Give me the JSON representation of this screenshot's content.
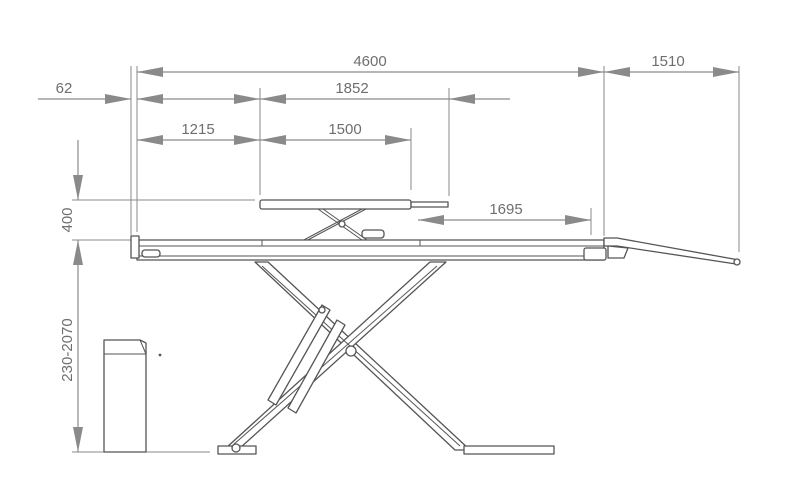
{
  "dimensions": {
    "overall_length": "4600",
    "ramp_length": "1510",
    "front_offset": "62",
    "platform_span": "1852",
    "offset_to_second_lift": "1215",
    "second_lift_length": "1500",
    "ramp_section": "1695",
    "second_lift_height": "400",
    "lift_height_range": "230-2070"
  },
  "colors": {
    "dimension_line": "#8a8a8a",
    "outline": "#555555",
    "background": "#ffffff"
  }
}
